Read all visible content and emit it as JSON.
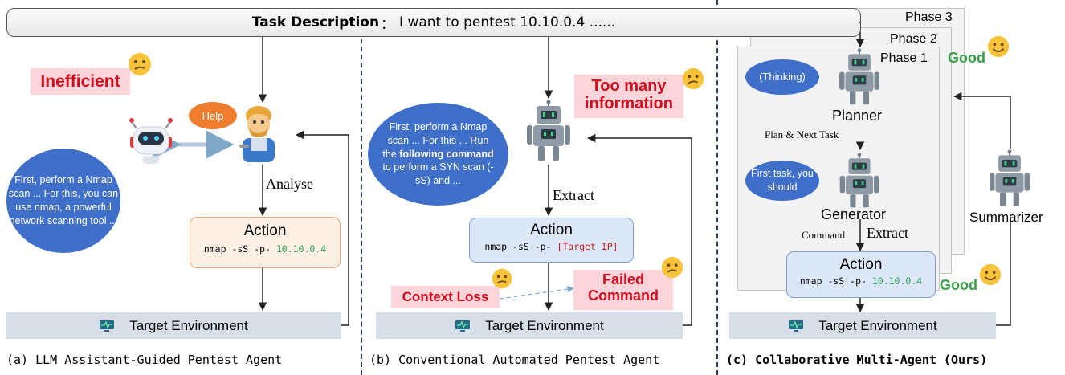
{
  "task": {
    "label": "Task Description",
    "separator": "：",
    "text": "I want to pentest 10.10.0.4 ......"
  },
  "panel_a": {
    "alert": "Inefficient",
    "help": "Help",
    "bubble": "First, perform a Nmap scan ... For this, you can use nmap, a powerful network scanning tool ...",
    "step": "Analyse",
    "action_title": "Action",
    "cmd_prefix": "nmap -sS -p- ",
    "cmd_target": "10.10.0.4",
    "target_env": "Target Environment",
    "caption": "(a) LLM Assistant-Guided Pentest Agent"
  },
  "panel_b": {
    "alert": "Too many information",
    "bubble_pre": "First, perform a Nmap scan ... For this ... Run the ",
    "bubble_bold": "following command",
    "bubble_post": " to perform a SYN scan (-sS) and ...",
    "step": "Extract",
    "action_title": "Action",
    "cmd_prefix": "nmap -sS -p- ",
    "cmd_target": "[Target IP]",
    "context_loss": "Context Loss",
    "failed": "Failed Command",
    "target_env": "Target Environment",
    "caption": "(b) Conventional Automated Pentest Agent"
  },
  "panel_c": {
    "phase3": "Phase 3",
    "phase2": "Phase 2",
    "phase1": "Phase 1",
    "good_top": "Good",
    "good_bottom": "Good",
    "thinking": "(Thinking)",
    "planner": "Planner",
    "plan_next": "Plan & Next Task",
    "first_task": "First task, you should",
    "generator": "Generator",
    "command": "Command",
    "extract": "Extract",
    "summarizer": "Summarizer",
    "action_title": "Action",
    "cmd_prefix": "nmap -sS -p- ",
    "cmd_target": "10.10.0.4",
    "target_env": "Target Environment",
    "caption": "(c) Collaborative Multi-Agent (Ours)"
  },
  "icons": [
    "robot-icon",
    "assistant-robot-icon",
    "mechanic-icon",
    "confused-face-icon",
    "smiley-face-icon",
    "monitor-icon"
  ],
  "colors": {
    "alert_text": "#d10c1e",
    "alert_bg": "#fbd5d9",
    "bubble_blue": "#3f6fc8",
    "help_orange": "#ee7d2f",
    "action_a_bg": "#fdf1e6",
    "action_blue_bg": "#dce7f8",
    "good_green": "#3aa047",
    "ip_green": "#2e9d5a",
    "target_bg": "#d8dee8"
  }
}
